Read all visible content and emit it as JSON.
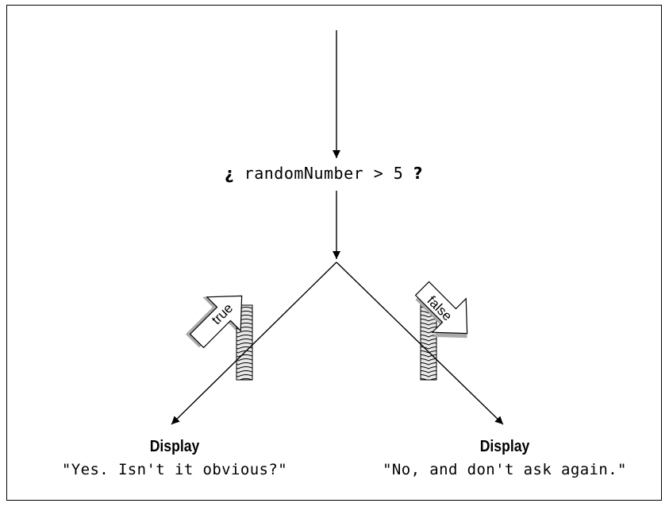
{
  "condition": {
    "open_mark": "¿",
    "expression": "randomNumber > 5",
    "close_mark": "?"
  },
  "branches": {
    "true": {
      "label": "true",
      "heading": "Display",
      "message": "\"Yes. Isn't it obvious?\""
    },
    "false": {
      "label": "false",
      "heading": "Display",
      "message": "\"No, and don't ask again.\""
    }
  },
  "colors": {
    "line": "#000000",
    "arrow_fill": "#ffffff",
    "spring_fill": "#bdbdbd",
    "shadow": "#aaaaaa"
  }
}
